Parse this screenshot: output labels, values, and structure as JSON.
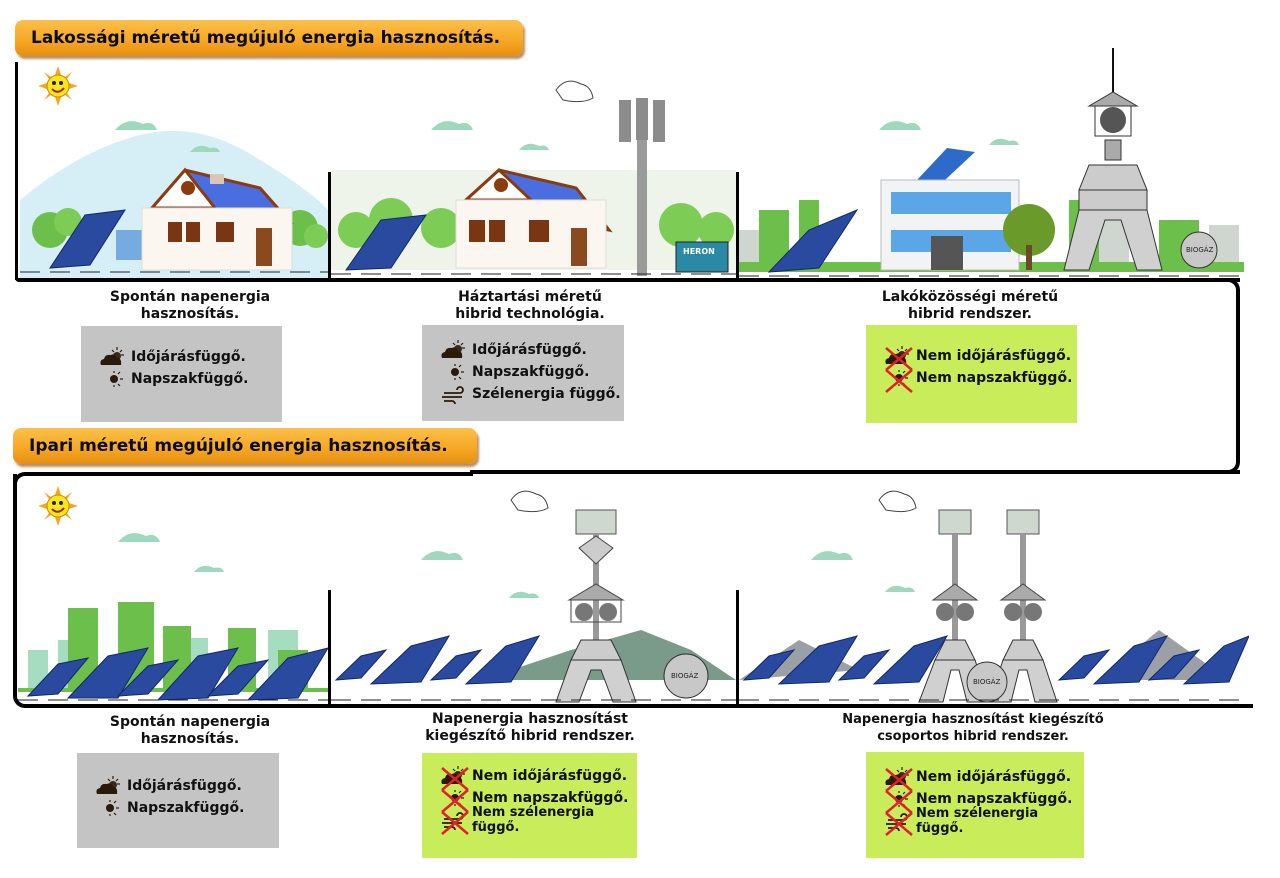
{
  "sections": [
    {
      "title": "Lakossági méretű megújuló energia hasznosítás.",
      "panels": [
        {
          "scene": "house-with-solar-panels",
          "caption": [
            "Spontán napenergia",
            "hasznosítás."
          ],
          "box_style": "gray",
          "items": [
            {
              "icon": "cloud-sun-icon",
              "text": "Időjárásfüggő.",
              "crossed": false
            },
            {
              "icon": "moon-sun-icon",
              "text": "Napszakfüggő.",
              "crossed": false
            }
          ]
        },
        {
          "scene": "house-with-wind-tower-and-generator",
          "caption": [
            "Háztartási méretű",
            "hibrid technológia."
          ],
          "box_style": "gray",
          "items": [
            {
              "icon": "cloud-sun-icon",
              "text": "Időjárásfüggő.",
              "crossed": false
            },
            {
              "icon": "moon-sun-icon",
              "text": "Napszakfüggő.",
              "crossed": false
            },
            {
              "icon": "wind-icon",
              "text": "Szélenergia függő.",
              "crossed": false
            }
          ]
        },
        {
          "scene": "office-building-with-hybrid-tower-and-biogas",
          "caption": [
            "Lakóközösségi méretű",
            "hibrid rendszer."
          ],
          "box_style": "green",
          "items": [
            {
              "icon": "cloud-sun-icon",
              "text": "Nem időjárásfüggő.",
              "crossed": true
            },
            {
              "icon": "moon-sun-icon",
              "text": "Nem napszakfüggő.",
              "crossed": true
            }
          ]
        }
      ]
    },
    {
      "title": "Ipari méretű megújuló energia hasznosítás.",
      "panels": [
        {
          "scene": "solar-farm-city",
          "caption": [
            "Spontán napenergia",
            "hasznosítás."
          ],
          "box_style": "gray",
          "items": [
            {
              "icon": "cloud-sun-icon",
              "text": "Időjárásfüggő.",
              "crossed": false
            },
            {
              "icon": "moon-sun-icon",
              "text": "Napszakfüggő.",
              "crossed": false
            }
          ]
        },
        {
          "scene": "solar-farm-with-hybrid-tower",
          "caption": [
            "Napenergia hasznosítást",
            "kiegészítő hibrid rendszer."
          ],
          "box_style": "green",
          "items": [
            {
              "icon": "cloud-sun-icon",
              "text": "Nem időjárásfüggő.",
              "crossed": true
            },
            {
              "icon": "moon-sun-icon",
              "text": "Nem napszakfüggő.",
              "crossed": true
            },
            {
              "icon": "wind-icon",
              "text": "Nem szélenergia függő.",
              "crossed": true
            }
          ]
        },
        {
          "scene": "solar-farm-with-twin-hybrid-towers",
          "caption": [
            "Napenergia hasznosítást kiegészítő",
            "csoportos hibrid rendszer."
          ],
          "box_style": "green",
          "items": [
            {
              "icon": "cloud-sun-icon",
              "text": "Nem időjárásfüggő.",
              "crossed": true
            },
            {
              "icon": "moon-sun-icon",
              "text": "Nem napszakfüggő.",
              "crossed": true
            },
            {
              "icon": "wind-icon",
              "text": "Nem szélenergia függő.",
              "crossed": true
            }
          ]
        }
      ]
    }
  ],
  "scene_labels": {
    "biogas": "BIOGÁZ",
    "generator_brand": "HERON"
  },
  "colors": {
    "banner": "#f6a623",
    "gray_box": "#c4c4c4",
    "green_box": "#c8ec5a",
    "cross": "#e0202a",
    "cloud": "#9fd8bd",
    "grass": "#6cbf4a",
    "panel": "#2a4aa0"
  }
}
